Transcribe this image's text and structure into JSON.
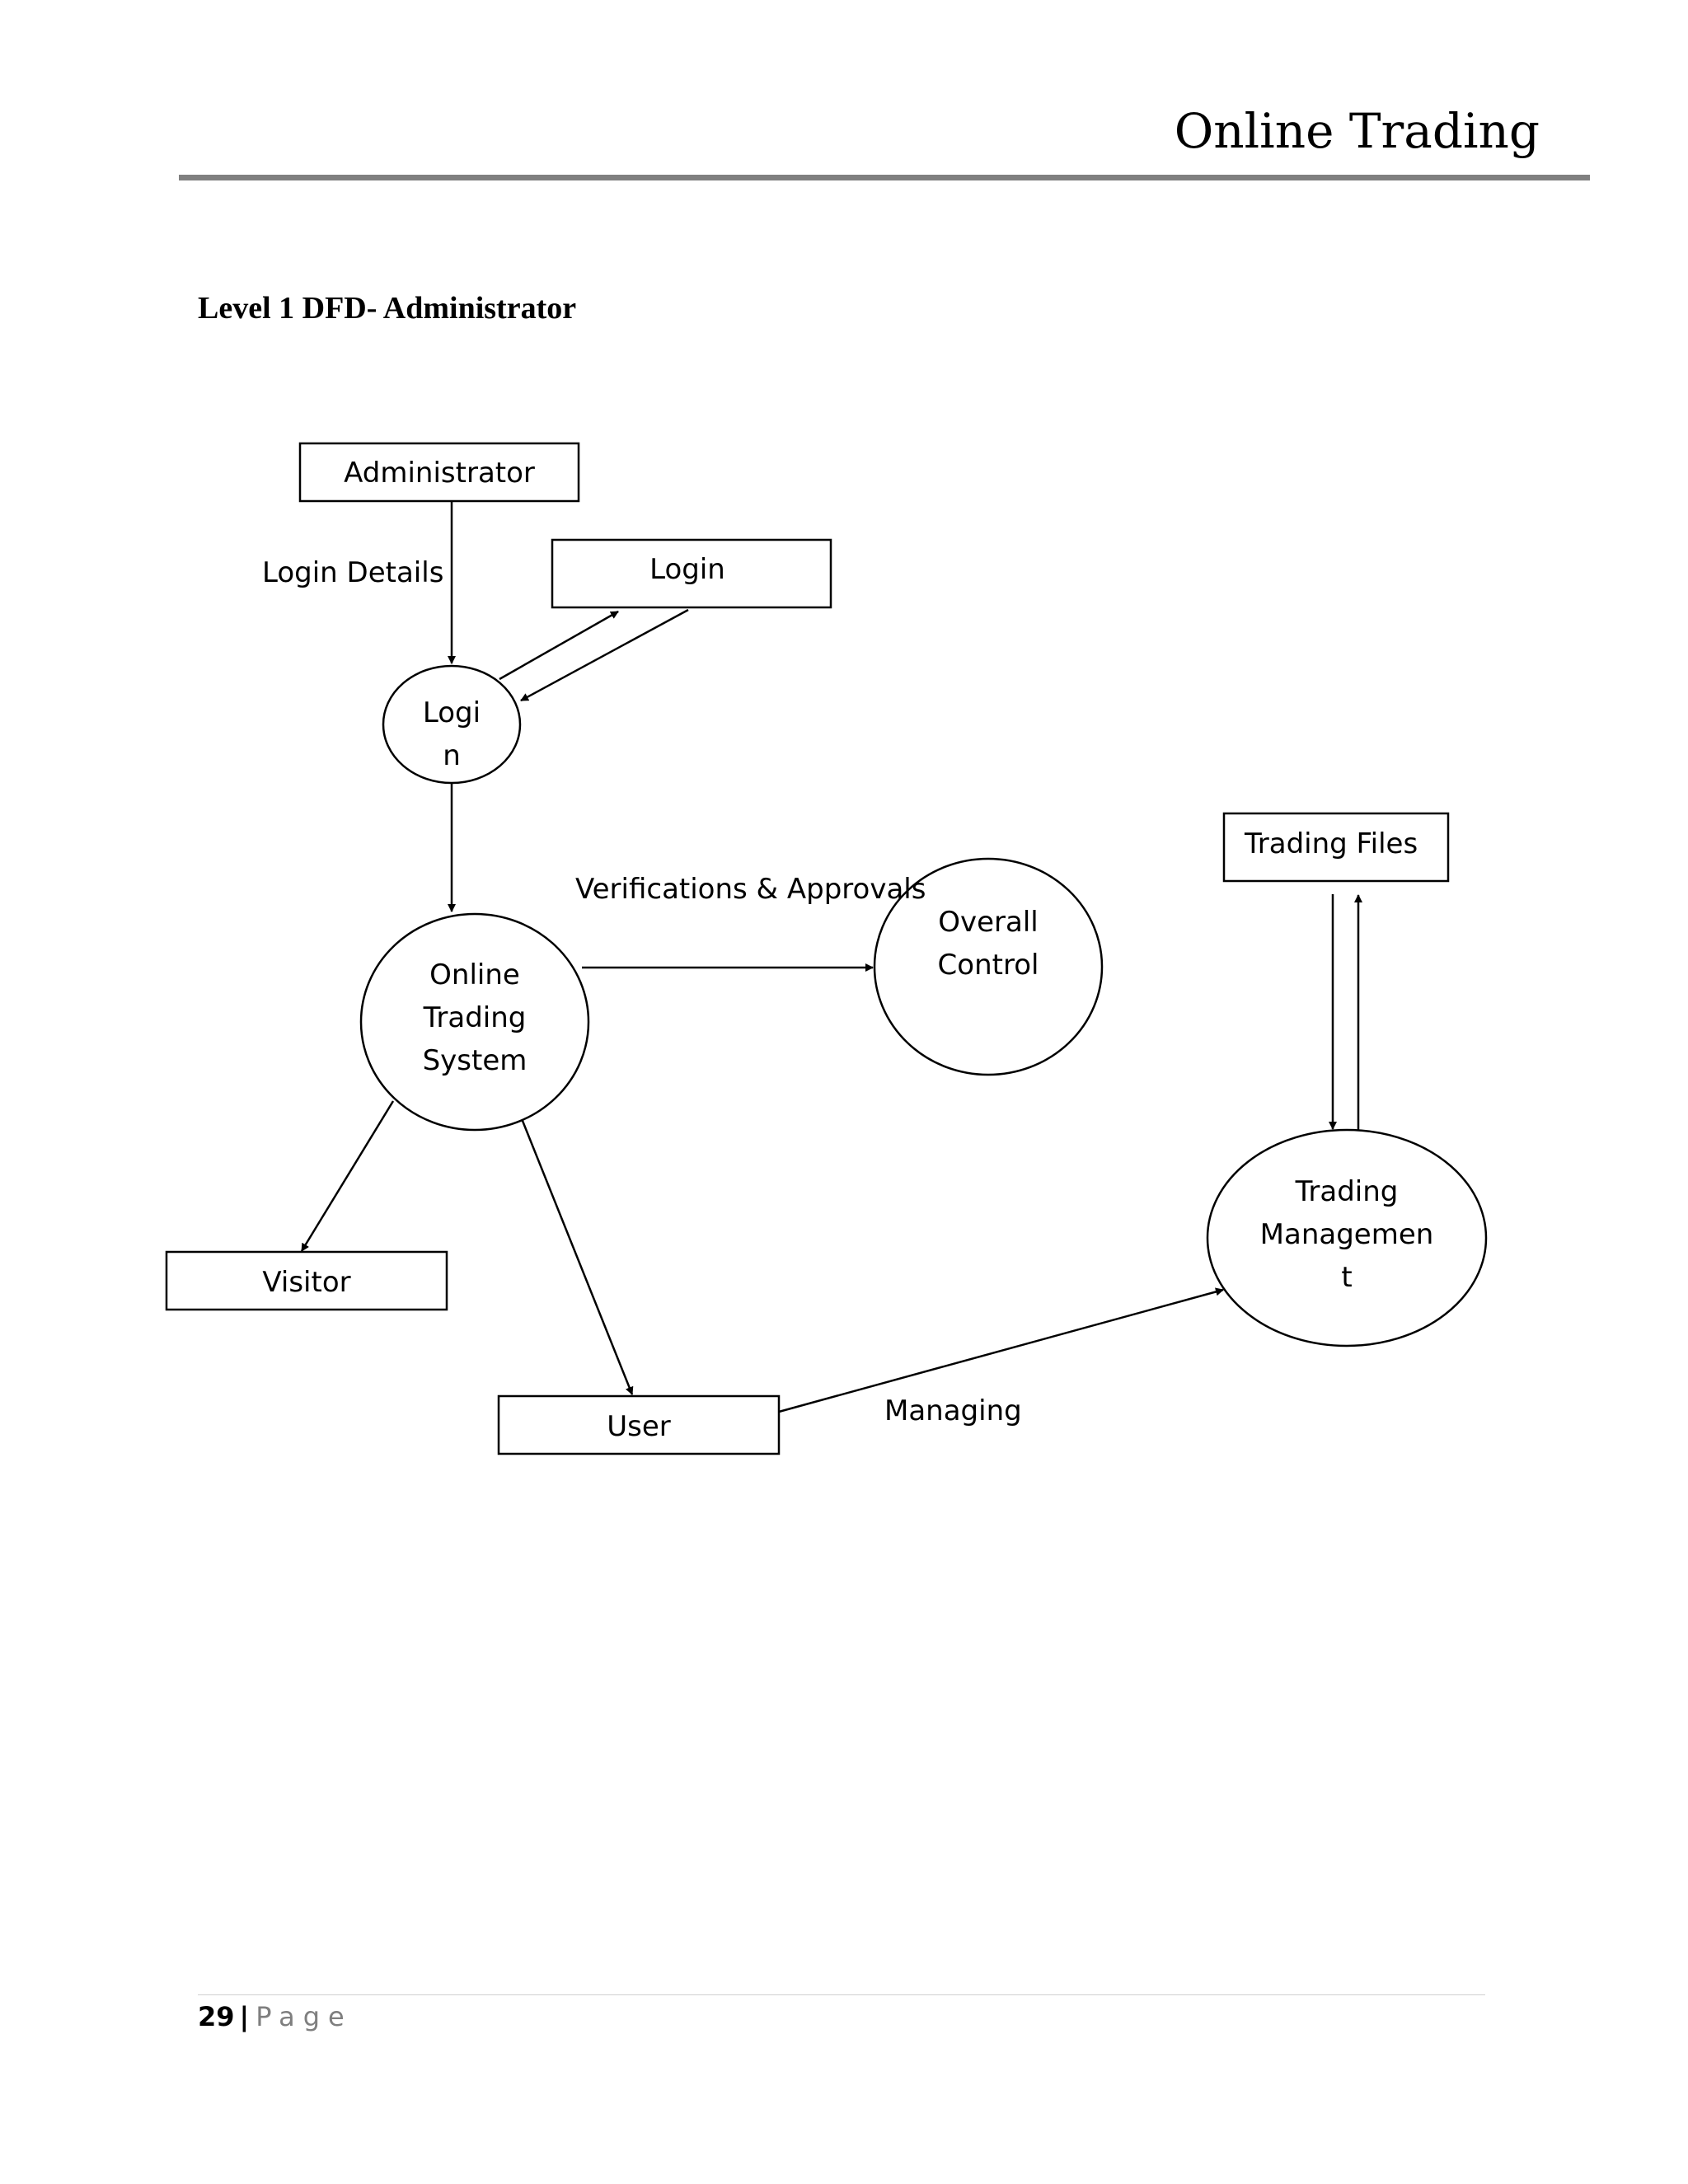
{
  "header": {
    "title": "Online Trading"
  },
  "section": {
    "heading": "Level 1 DFD- Administrator"
  },
  "diagram": {
    "entities": {
      "administrator": "Administrator",
      "login_store": "Login",
      "trading_files": "Trading Files",
      "visitor": "Visitor",
      "user": "User"
    },
    "processes": {
      "login": {
        "line1": "Logi",
        "line2": "n"
      },
      "online_trading_system": {
        "line1": "Online",
        "line2": "Trading",
        "line3": "System"
      },
      "overall_control": {
        "line1": "Overall",
        "line2": "Control"
      },
      "trading_management": {
        "line1": "Trading",
        "line2": "Managemen",
        "line3": "t"
      }
    },
    "flow_labels": {
      "login_details": "Login Details",
      "verifications": "Verifications & Approvals",
      "managing": "Managing"
    }
  },
  "footer": {
    "page_number": "29",
    "separator": "|",
    "page_word": "Page"
  }
}
